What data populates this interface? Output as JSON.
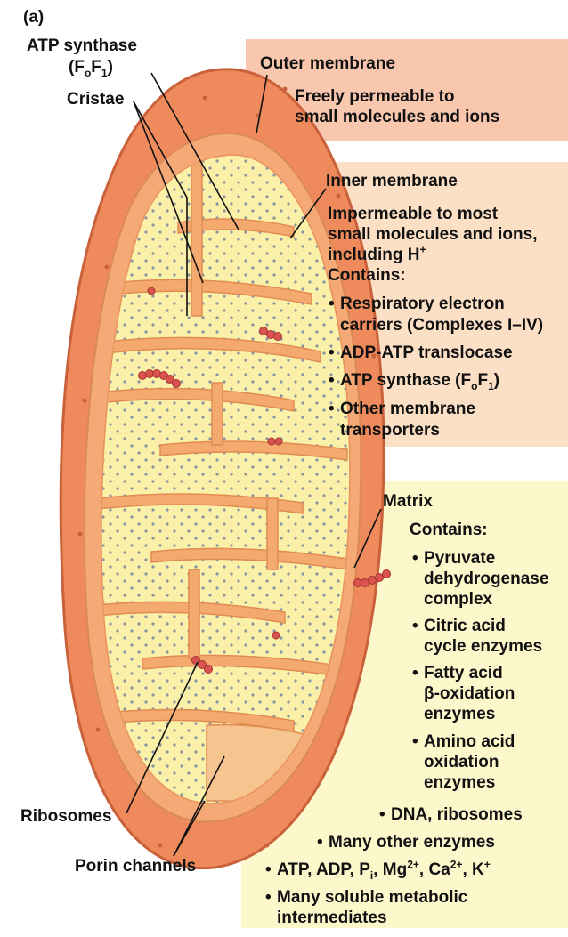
{
  "panel_label": "(a)",
  "labels": {
    "atp_synthase_line1": "ATP synthase",
    "atp_synthase_line2": "(FoF1)",
    "cristae": "Cristae",
    "ribosomes": "Ribosomes",
    "porin_channels": "Porin channels"
  },
  "outer_membrane": {
    "title": "Outer membrane",
    "description": [
      "Freely permeable to",
      "small molecules and ions"
    ]
  },
  "inner_membrane": {
    "title": "Inner membrane",
    "description": [
      "Impermeable to most",
      "small molecules and ions,",
      "including H+",
      "Contains:"
    ],
    "items": [
      [
        "Respiratory electron",
        "carriers (Complexes I–IV)"
      ],
      [
        "ADP-ATP translocase"
      ],
      [
        "ATP synthase (FoF1)"
      ],
      [
        "Other membrane",
        "transporters"
      ]
    ]
  },
  "matrix": {
    "title": "Matrix",
    "contains": "Contains:",
    "items": [
      [
        "Pyruvate",
        "dehydrogenase",
        "complex"
      ],
      [
        "Citric acid",
        "cycle enzymes"
      ],
      [
        "Fatty acid",
        "β-oxidation",
        "enzymes"
      ],
      [
        "Amino acid",
        "oxidation",
        "enzymes"
      ],
      [
        "DNA, ribosomes"
      ],
      [
        "Many other enzymes"
      ],
      [
        "ATP, ADP, Pi, Mg2+, Ca2+, K+"
      ],
      [
        "Many soluble metabolic",
        "intermediates"
      ]
    ]
  },
  "colors": {
    "outer_membrane": "#ef8a5c",
    "inner_membrane": "#f7b07c",
    "matrix": "#fbf0a8",
    "ribosome": "#d9534f",
    "outer_box": "#f8c7ae",
    "inner_box": "#fbe0c6",
    "matrix_box": "#fdf7cc"
  }
}
